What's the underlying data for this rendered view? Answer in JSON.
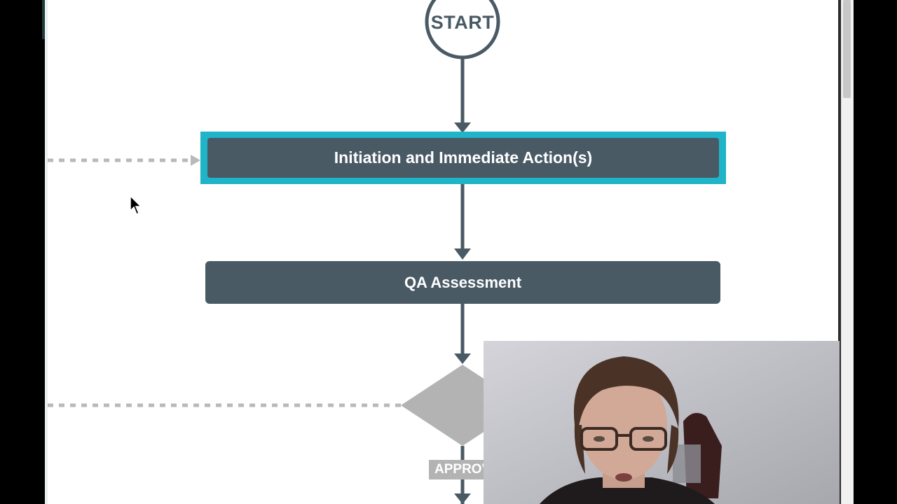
{
  "flowchart": {
    "start_label": "START",
    "step1_label": "Initiation and Immediate Action(s)",
    "step2_label": "QA Assessment",
    "decision_branch_label": "APPROVE"
  },
  "colors": {
    "node_fill": "#4a5a65",
    "highlight": "#1fb4c8",
    "decision_fill": "#b3b3b3",
    "dashed_connector": "#b9b9b9"
  },
  "icons": {
    "cursor": "mouse-pointer-icon"
  }
}
